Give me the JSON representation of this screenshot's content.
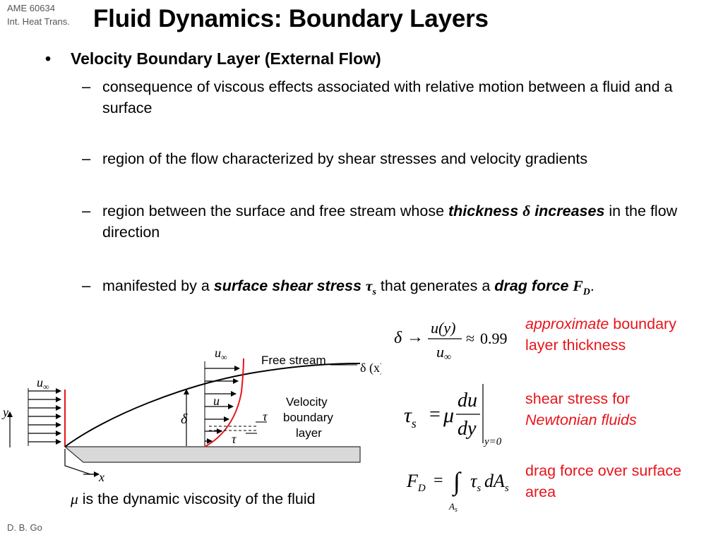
{
  "header": {
    "course_code": "AME 60634",
    "course_name": "Int. Heat Trans.",
    "title": "Fluid Dynamics: Boundary Layers"
  },
  "section": {
    "bullet": "•",
    "heading": "Velocity Boundary Layer (External Flow)",
    "dash": "–"
  },
  "items": {
    "item1": "consequence of viscous effects associated with relative motion between a fluid and a surface",
    "item2": "region of the flow characterized by shear stresses and velocity gradients",
    "item3_a": "region between the surface and free stream whose ",
    "item3_b": "thickness",
    "item3_sym": "δ",
    "item3_c": "increases",
    "item3_d": " in the flow direction",
    "item4_a": "manifested by a ",
    "item4_b": "surface shear stress",
    "item4_sym": "τ",
    "item4_sub": "s",
    "item4_c": " that generates a ",
    "item4_d": "drag force",
    "item4_sym2": "F",
    "item4_sub2": "D",
    "item4_e": "."
  },
  "diagram": {
    "u_inf_left": "u",
    "inf_sym": "∞",
    "y_axis": "y",
    "x_axis": "x",
    "u_inf_top": "u",
    "free_stream": "Free stream",
    "delta_x": "δ (x)",
    "delta": "δ",
    "u_mid": "u",
    "tau": "τ",
    "bl_label_1": "Velocity",
    "bl_label_2": "boundary",
    "bl_label_3": "layer"
  },
  "equations": {
    "eq1_delta": "δ",
    "eq1_arrow": "→",
    "eq1_num": "u(y)",
    "eq1_den_u": "u",
    "eq1_den_sub": "∞",
    "eq1_approx": "≈",
    "eq1_value": "0.99",
    "eq2_tau": "τ",
    "eq2_tau_sub": "s",
    "eq2_eq": "=",
    "eq2_mu": "μ",
    "eq2_num": "du",
    "eq2_den": "dy",
    "eq2_eval": "y=0",
    "eq3_F": "F",
    "eq3_F_sub": "D",
    "eq3_eq": "=",
    "eq3_int": "∫",
    "eq3_limit": "A",
    "eq3_limit_sub": "s",
    "eq3_tau": "τ",
    "eq3_tau_sub": "s",
    "eq3_dA": "dA",
    "eq3_dA_sub": "s"
  },
  "notes": {
    "note1_a": "approximate",
    "note1_b": " boundary",
    "note1_c": "layer thickness",
    "note2_a": "shear stress for",
    "note2_b": "Newtonian fluids",
    "note3_a": "drag force over surface",
    "note3_b": "area",
    "mu_sym": "μ",
    "mu_text": " is the dynamic viscosity of the fluid"
  },
  "footer": {
    "author": "D. B. Go"
  },
  "colors": {
    "accent_red": "#e8141b",
    "plate_gray": "#d9d9d9",
    "muted_text": "#555555"
  }
}
